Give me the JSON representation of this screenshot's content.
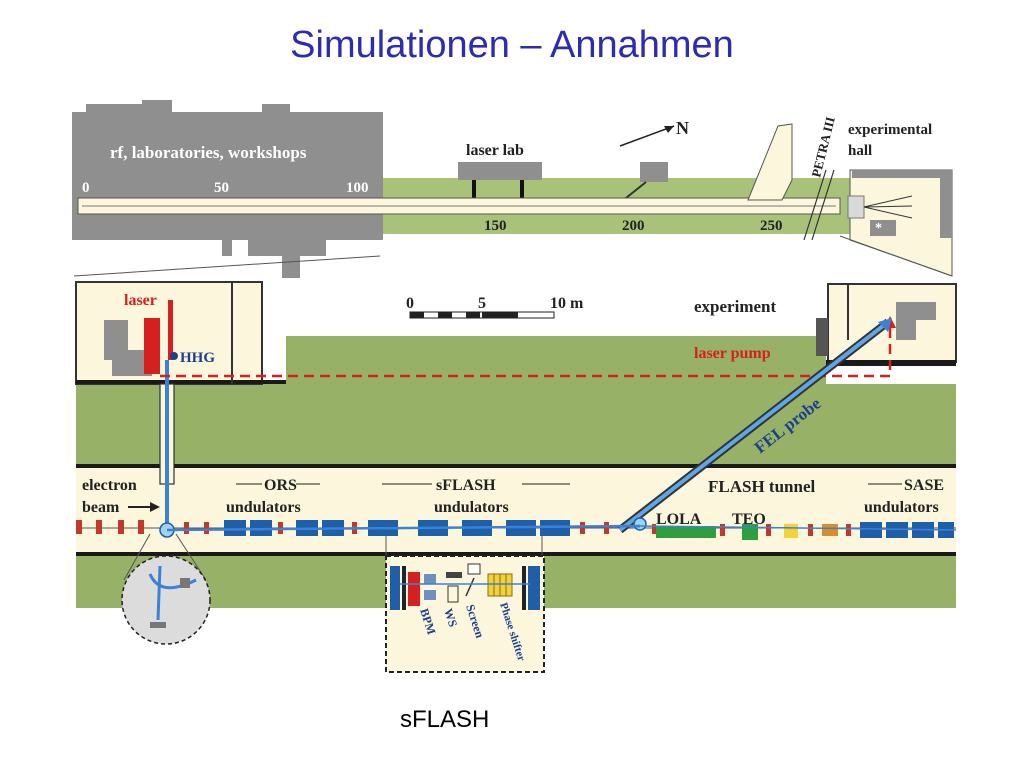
{
  "slide": {
    "title": "Simulationen – Annahmen",
    "caption": "sFLASH"
  },
  "overview": {
    "building_label": "rf,  laboratories,  workshops",
    "laser_lab": "laser lab",
    "north": "N",
    "petra": "PETRA III",
    "hall_line1": "experimental",
    "hall_line2": "hall",
    "star": "*",
    "scale_upper": [
      "0",
      "50",
      "100"
    ],
    "scale_lower": [
      "150",
      "200",
      "250"
    ]
  },
  "detail": {
    "laser": "laser",
    "hhg": "HHG",
    "experiment": "experiment",
    "laser_pump": "laser pump",
    "fel_probe": "FEL probe",
    "scale_ticks": [
      "0",
      "5",
      "10 m"
    ],
    "electron_line1": "electron",
    "electron_line2": "beam",
    "ors_line1": "ORS",
    "ors_line2": "undulators",
    "sflash_line1": "sFLASH",
    "sflash_line2": "undulators",
    "flash_tunnel": "FLASH  tunnel",
    "sase_line1": "SASE",
    "sase_line2": "undulators",
    "lola": "LOLA",
    "teo": "TEO"
  },
  "inset": {
    "labels": [
      "BPM",
      "WS",
      "Screen",
      "Phase shifter"
    ]
  },
  "colors": {
    "title": "#2b2bb8",
    "building": "#8f8f8f",
    "corridor": "#fbf6dc",
    "field": "#97b267",
    "laser_red": "#d62020",
    "beam_blue": "#3b82d6",
    "undulator_blue": "#1f5fa8",
    "label_navy": "#1d3f8c"
  }
}
